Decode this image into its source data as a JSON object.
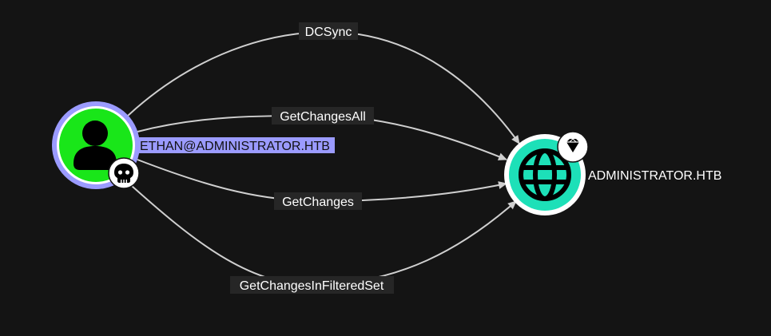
{
  "colors": {
    "background": "#141414",
    "edge": "#cfcfcf",
    "label_bg": "#262626",
    "user_ring": "#9b9bff",
    "user_fill": "#19e619",
    "domain_fill": "#1de0b8",
    "selected_label_bg": "#9b9bff"
  },
  "nodes": {
    "user": {
      "label": "ETHAN@ADMINISTRATOR.HTB",
      "icon": "user-icon",
      "badge_icon": "skull-icon",
      "selected": true
    },
    "domain": {
      "label": "ADMINISTRATOR.HTB",
      "icon": "globe-icon",
      "badge_icon": "gem-icon"
    }
  },
  "edges": [
    {
      "label": "DCSync"
    },
    {
      "label": "GetChangesAll"
    },
    {
      "label": "GetChanges"
    },
    {
      "label": "GetChangesInFilteredSet"
    }
  ]
}
